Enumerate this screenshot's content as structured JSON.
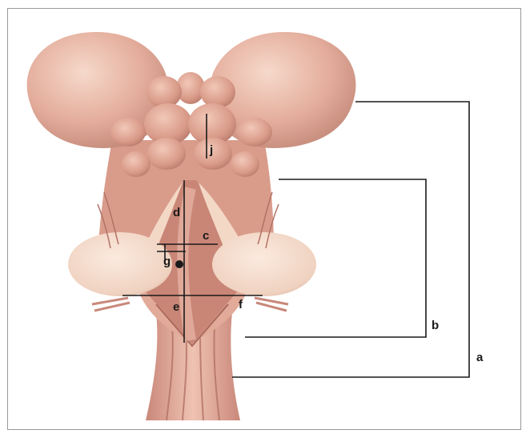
{
  "labels": {
    "a": "a",
    "b": "b",
    "c": "c",
    "d": "d",
    "e": "e",
    "f": "f",
    "g": "g",
    "j": "j"
  },
  "colors": {
    "tissue_light": "#f0c9b8",
    "tissue_mid": "#e0a594",
    "tissue_dark": "#b97b6c",
    "tissue_pale": "#f6dccb",
    "line": "#1a1a1a"
  }
}
